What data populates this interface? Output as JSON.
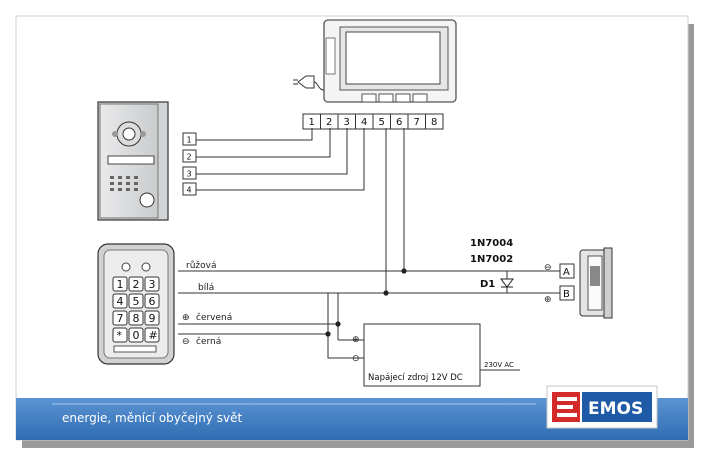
{
  "monitor": {
    "terminals": [
      "1",
      "2",
      "3",
      "4",
      "5",
      "6",
      "7",
      "8"
    ]
  },
  "outdoor_unit_terminals": [
    "1",
    "2",
    "3",
    "4"
  ],
  "keypad": {
    "keys": [
      "1",
      "2",
      "3",
      "4",
      "5",
      "6",
      "7",
      "8",
      "9",
      "*",
      "0",
      "#"
    ]
  },
  "wires": {
    "pink": "růžová",
    "white": "bílá",
    "red": "červená",
    "black": "černá",
    "plus_symbol": "⊕",
    "minus_symbol": "⊖"
  },
  "diode": {
    "label": "D1",
    "model_1": "1N7004",
    "model_2": "1N7002"
  },
  "lock": {
    "terminal_a": "A",
    "terminal_b": "B"
  },
  "power_supply": {
    "label": "Napájecí zdroj 12V DC",
    "ac_label": "230V AC"
  },
  "footer": {
    "tagline": "energie, měnící obyčejný svět",
    "brand": "EMOS"
  },
  "colors": {
    "footer_blue": "#3d7cc4",
    "brand_red": "#d42a2a",
    "brand_blue": "#1f5aa6"
  }
}
